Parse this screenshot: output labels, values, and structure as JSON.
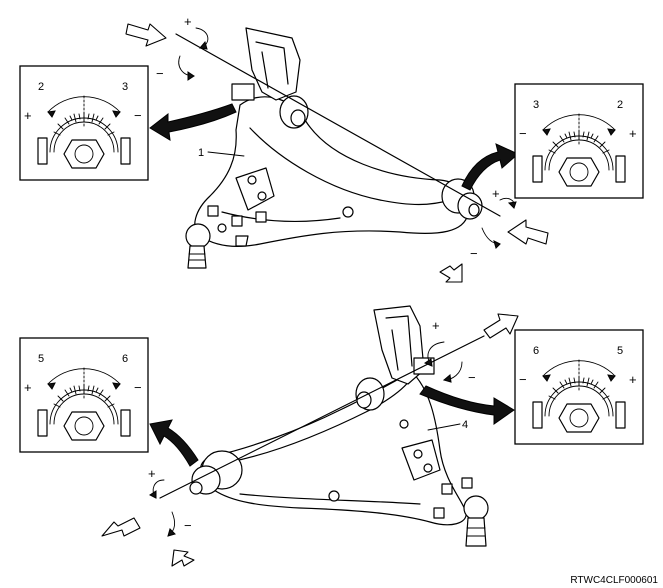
{
  "figure_code": "RTWC4CLF000601",
  "callouts": {
    "c1": "1",
    "c4": "4"
  },
  "gauges": [
    {
      "id": "top-left",
      "left_number": "2",
      "right_number": "3",
      "left_sign": "+",
      "right_sign": "−"
    },
    {
      "id": "top-right",
      "left_number": "3",
      "right_number": "2",
      "left_sign": "−",
      "right_sign": "+"
    },
    {
      "id": "bottom-left",
      "left_number": "5",
      "right_number": "6",
      "left_sign": "+",
      "right_sign": "−"
    },
    {
      "id": "bottom-right",
      "left_number": "6",
      "right_number": "5",
      "left_sign": "−",
      "right_sign": "+"
    }
  ],
  "rotation_signs": {
    "top_rear": {
      "plus": "+",
      "minus": "−"
    },
    "top_front": {
      "plus": "+",
      "minus": "−"
    },
    "bottom_rear": {
      "plus": "+",
      "minus": "−"
    },
    "bottom_front": {
      "plus": "+",
      "minus": "−"
    }
  }
}
